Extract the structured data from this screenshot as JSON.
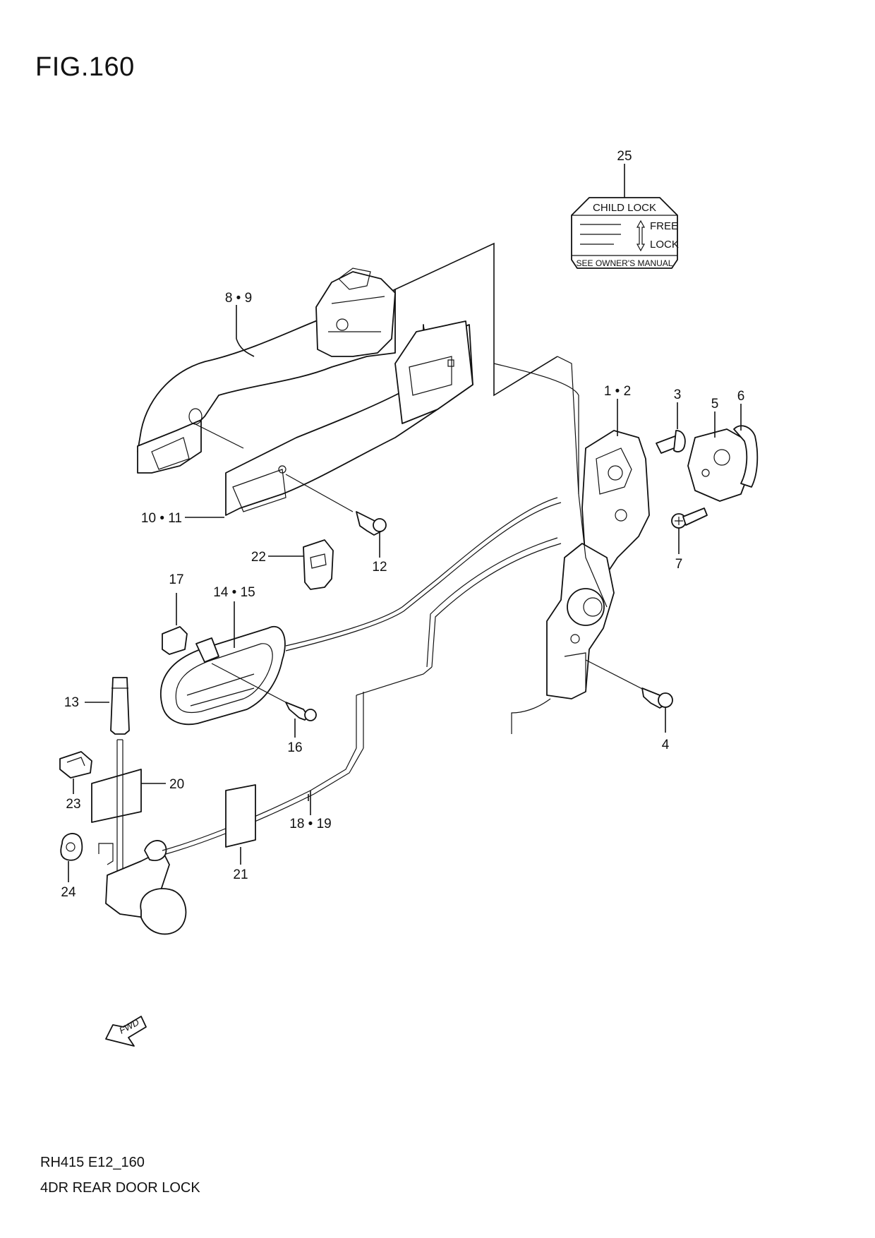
{
  "figure": {
    "title": "FIG.160",
    "code": "RH415 E12_160",
    "description": "4DR REAR DOOR LOCK"
  },
  "label_sticker": {
    "heading": "CHILD LOCK",
    "free": "FREE",
    "lock": "LOCK",
    "footer": "SEE OWNER'S MANUAL"
  },
  "fwd_arrow": "FWD",
  "callouts": {
    "c25": "25",
    "c8_9": "8 • 9",
    "c1_2": "1 • 2",
    "c3": "3",
    "c5": "5",
    "c6": "6",
    "c10_11": "10 • 11",
    "c12": "12",
    "c22": "22",
    "c7": "7",
    "c17": "17",
    "c14_15": "14 • 15",
    "c13": "13",
    "c16": "16",
    "c4": "4",
    "c20": "20",
    "c23": "23",
    "c18_19": "18 • 19",
    "c21": "21",
    "c24": "24"
  }
}
